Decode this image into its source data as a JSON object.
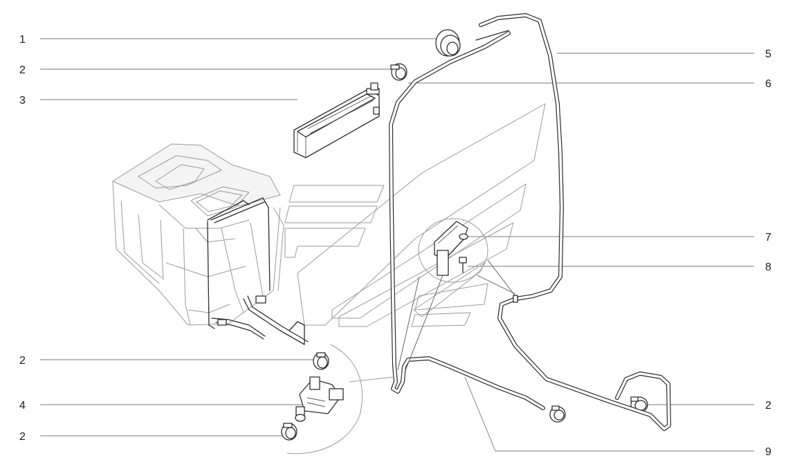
{
  "callouts": {
    "c1": "1",
    "c2a": "2",
    "c3": "3",
    "c2b": "2",
    "c4": "4",
    "c2c": "2",
    "c5": "5",
    "c6": "6",
    "c7": "7",
    "c8": "8",
    "c2d": "2",
    "c9": "9"
  }
}
